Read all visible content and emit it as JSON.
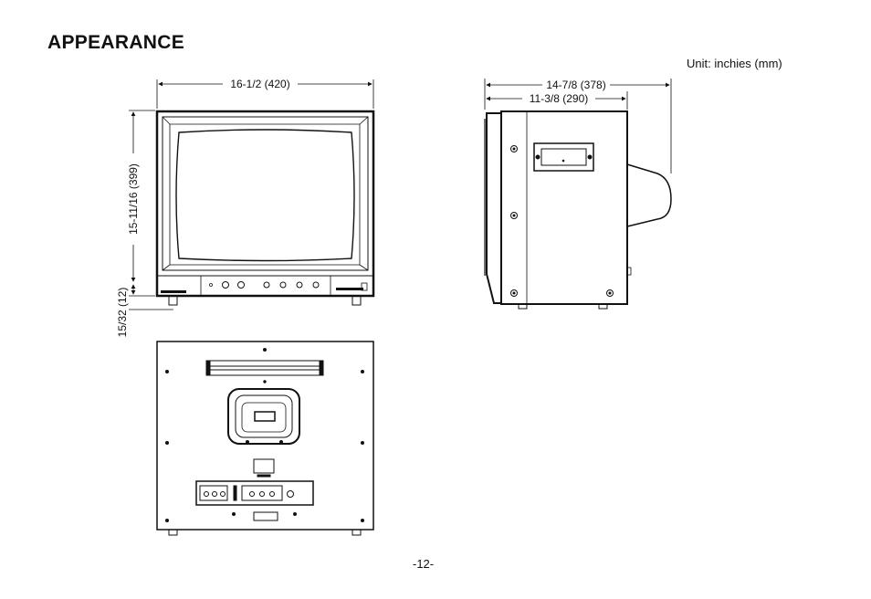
{
  "page": {
    "title": "APPEARANCE",
    "unit_label": "Unit: inchies (mm)",
    "page_number": "-12-"
  },
  "dimensions": {
    "front_width": "16-1/2 (420)",
    "front_height": "15-11/16 (399)",
    "front_feet": "15/32 (12)",
    "side_depth_total": "14-7/8 (378)",
    "side_depth_cabinet": "11-3/8 (290)"
  },
  "colors": {
    "ink": "#111111",
    "background": "#ffffff"
  }
}
